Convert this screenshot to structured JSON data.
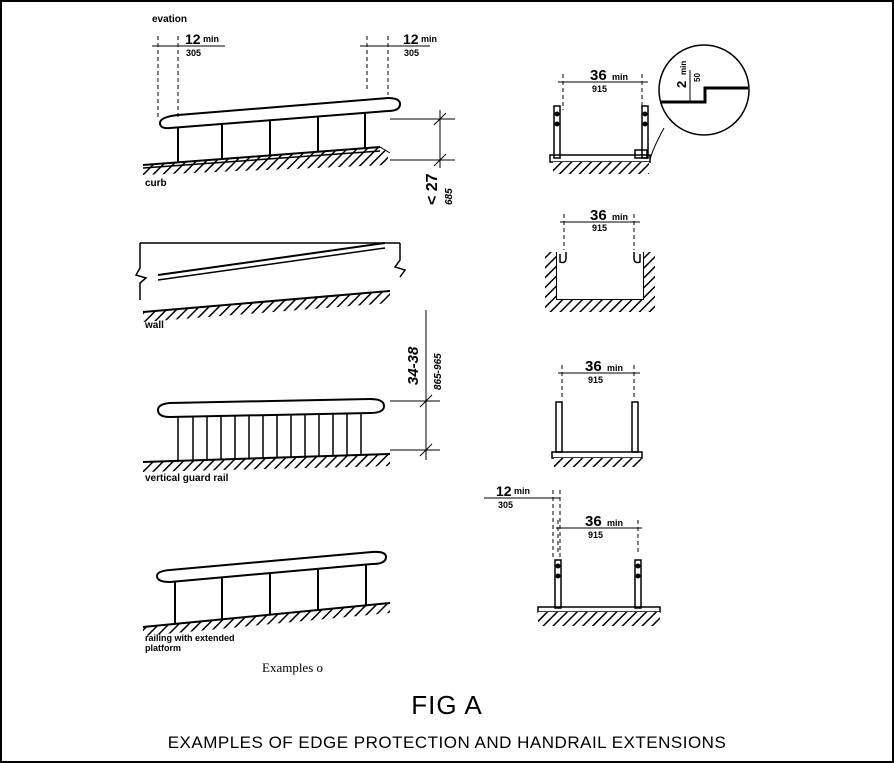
{
  "labels": {
    "elevation": "evation",
    "curb": "curb",
    "wall": "wall",
    "vertical_guard_rail": "vertical guard rail",
    "railing_extended_1": "railing with  extended",
    "railing_extended_2": "platform",
    "examples": "Examples o"
  },
  "dims": {
    "twelve": "12",
    "min": "min",
    "d305": "305",
    "thirtysix": "36",
    "d915": "915",
    "two": "2",
    "d50": "50",
    "lt27": "< 27",
    "d685": "685",
    "range": "34-38",
    "range_mm": "865-965"
  },
  "figure": {
    "title": "FIG A",
    "subtitle": "EXAMPLES OF EDGE PROTECTION AND HANDRAIL EXTENSIONS"
  }
}
